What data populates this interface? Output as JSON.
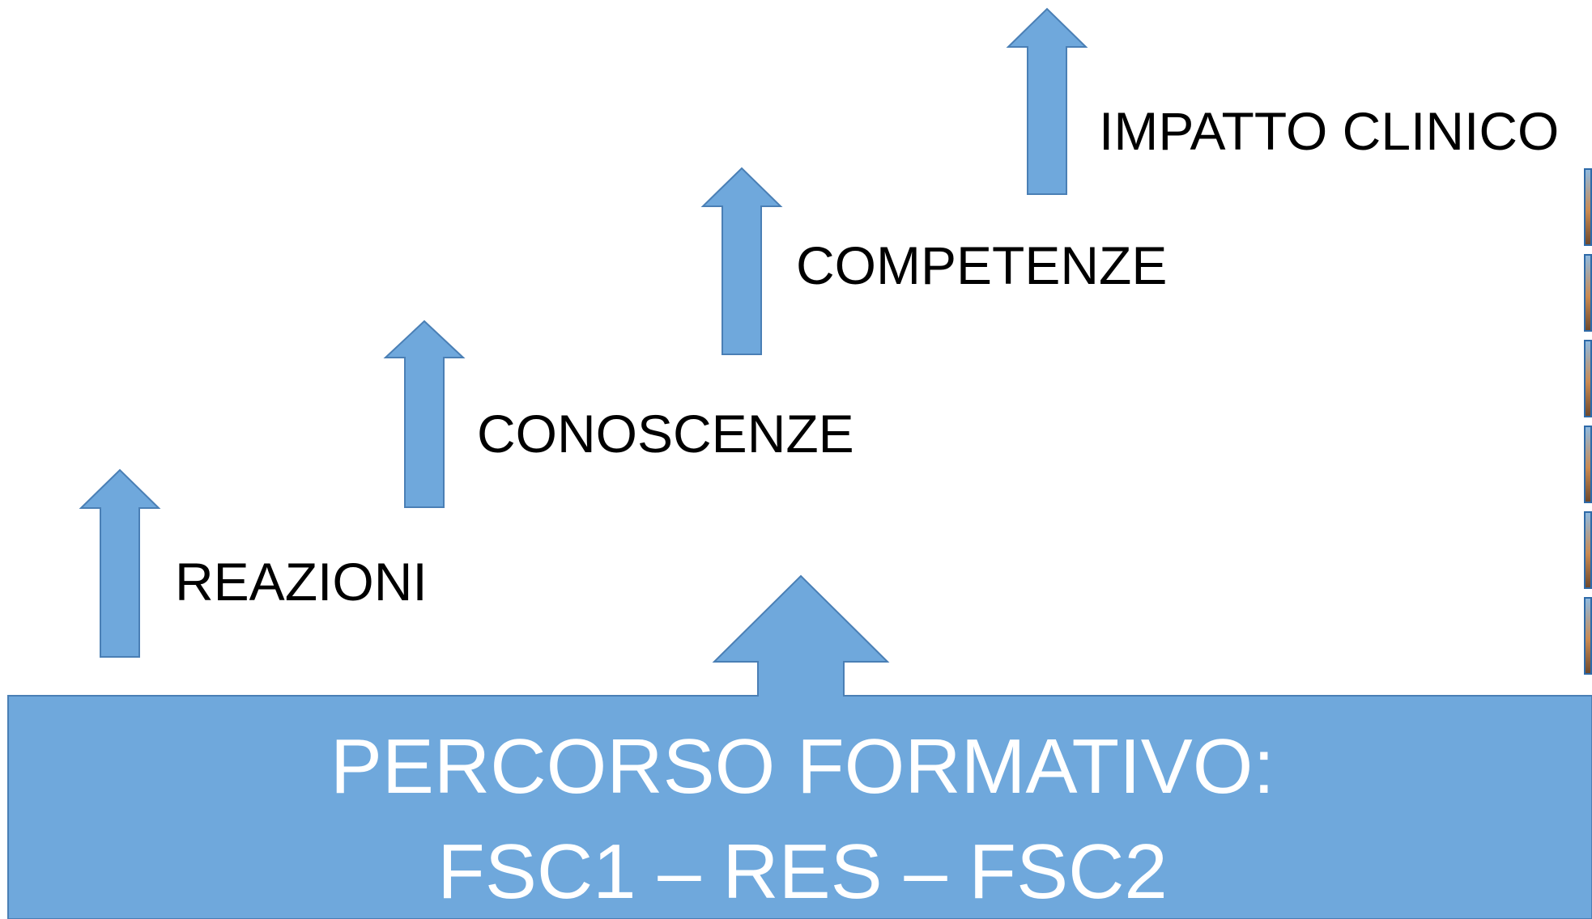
{
  "colors": {
    "arrow_fill": "#6fa8dc",
    "arrow_stroke": "#4a7fb5",
    "base_fill": "#6fa8dc",
    "label_text": "#000000",
    "base_text": "#ffffff"
  },
  "steps": [
    {
      "label": "REAZIONI",
      "icon": "up-arrow-icon"
    },
    {
      "label": "CONOSCENZE",
      "icon": "up-arrow-icon"
    },
    {
      "label": "COMPETENZE",
      "icon": "up-arrow-icon"
    },
    {
      "label": "IMPATTO CLINICO",
      "icon": "up-arrow-icon"
    }
  ],
  "base": {
    "line1": "PERCORSO FORMATIVO:",
    "line2": "FSC1 – RES – FSC2",
    "icon": "large-up-arrow-icon"
  },
  "thumbnails": {
    "count": 6,
    "icon": "slide-thumbnail-icon"
  }
}
